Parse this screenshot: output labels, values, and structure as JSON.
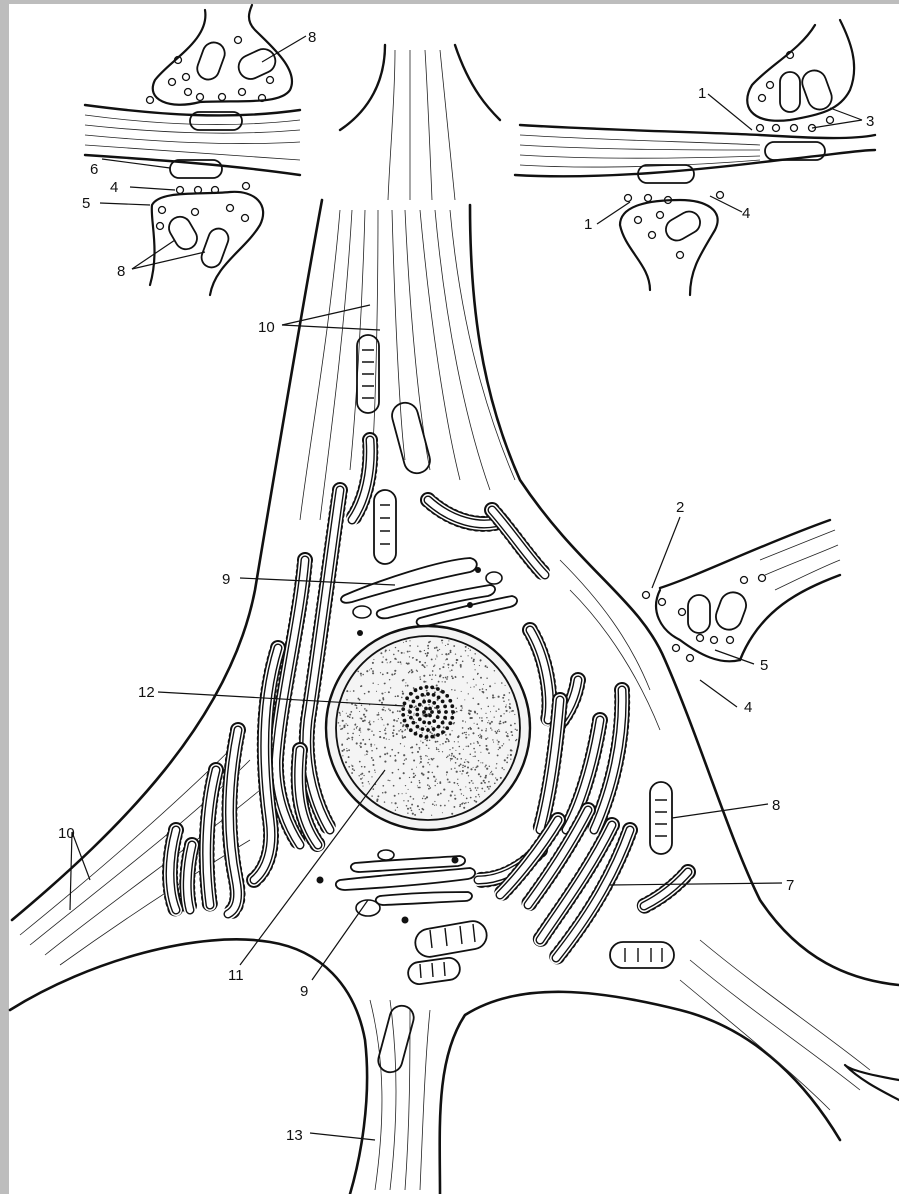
{
  "figure": {
    "background_color": "#ffffff",
    "frame_color": "#bdbdbd",
    "ink_color": "#111111"
  },
  "labels": {
    "l1_top": "1",
    "l1_bottom": "1",
    "l2": "2",
    "l3": "3",
    "l4_left": "4",
    "l4_right_top": "4",
    "l4_right": "4",
    "l5_left": "5",
    "l5_right": "5",
    "l6": "6",
    "l7": "7",
    "l8_top": "8",
    "l8_left": "8",
    "l8_right": "8",
    "l9_top": "9",
    "l9_bottom": "9",
    "l10_top": "10",
    "l10_left": "10",
    "l11": "11",
    "l12": "12",
    "l13": "13"
  }
}
